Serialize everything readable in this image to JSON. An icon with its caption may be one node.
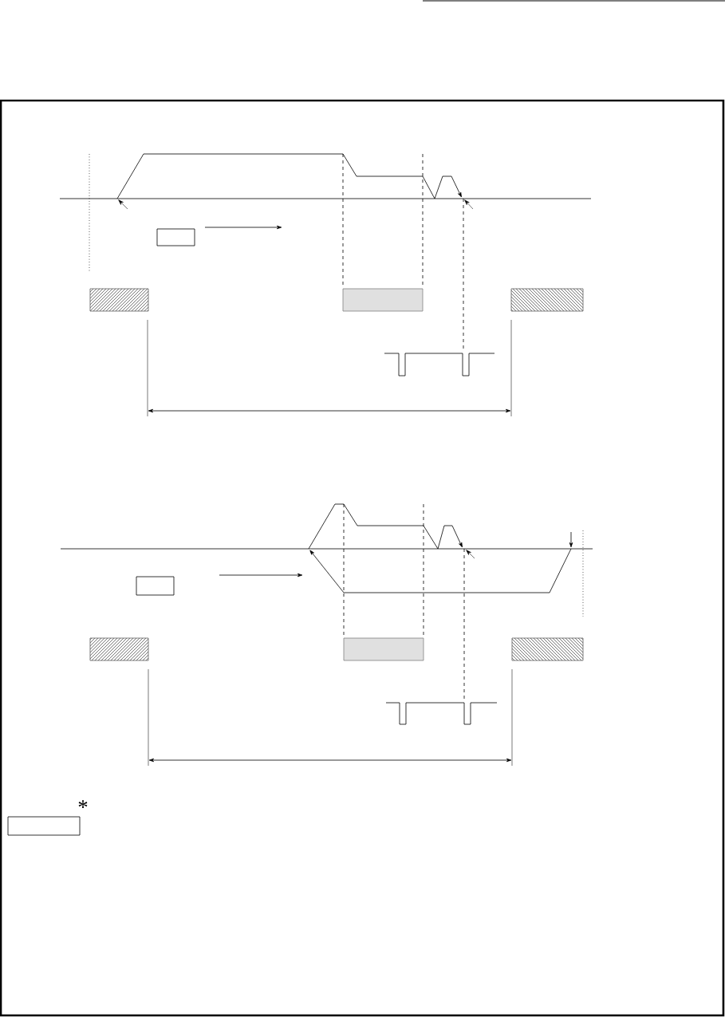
{
  "diagram": {
    "nodes": [
      {
        "text": [],
        "shape": "box"
      },
      {
        "text": [],
        "shape": "box"
      },
      {
        "text": [],
        "shape": "box"
      },
      {
        "text": [],
        "shape": "box"
      },
      {
        "text": [],
        "shape": "box"
      },
      {
        "text": [],
        "shape": "box"
      },
      {
        "text": [],
        "shape": "box"
      },
      {
        "text": [],
        "shape": "box"
      },
      {
        "text": [],
        "shape": "box"
      }
    ],
    "labels": [
      "*"
    ]
  }
}
